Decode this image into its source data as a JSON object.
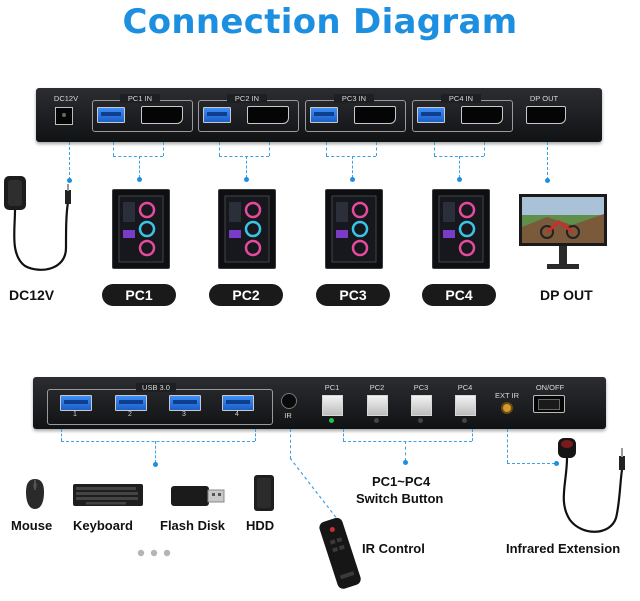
{
  "title": "Connection Diagram",
  "top_panel": {
    "dc_label": "DC12V",
    "pc1_in": "PC1 IN",
    "pc2_in": "PC2 IN",
    "pc3_in": "PC3 IN",
    "pc4_in": "PC4 IN",
    "dp_out": "DP OUT"
  },
  "top_captions": {
    "dc": "DC12V",
    "pc1": "PC1",
    "pc2": "PC2",
    "pc3": "PC3",
    "pc4": "PC4",
    "dp_out": "DP OUT"
  },
  "bottom_panel": {
    "usb_label": "USB 3.0",
    "port_numbers": [
      "1",
      "2",
      "3",
      "4"
    ],
    "ir_label": "IR",
    "buttons": [
      "PC1",
      "PC2",
      "PC3",
      "PC4"
    ],
    "ext_ir": "EXT IR",
    "power": "ON/OFF"
  },
  "bottom_captions": {
    "mouse": "Mouse",
    "keyboard": "Keyboard",
    "flash_disk": "Flash Disk",
    "hdd": "HDD",
    "switch_line1": "PC1~PC4",
    "switch_line2": "Switch Button",
    "ir_control": "IR Control",
    "infrared": "Infrared Extension"
  },
  "colors": {
    "accent": "#1d8fe0",
    "panel": "#1e1f22",
    "led": "#27c24c"
  },
  "icons": [
    "power-adapter-icon",
    "pc-tower-icon",
    "monitor-icon",
    "mouse-icon",
    "keyboard-icon",
    "flash-disk-icon",
    "hdd-icon",
    "remote-icon",
    "ir-receiver-icon"
  ]
}
